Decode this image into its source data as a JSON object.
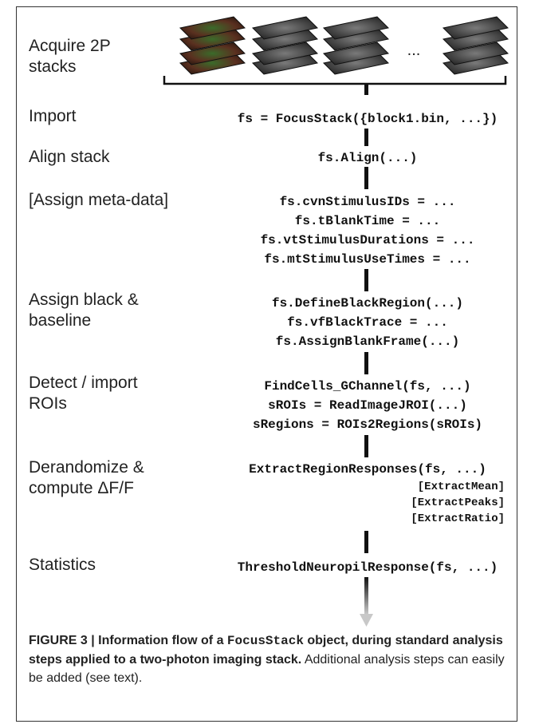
{
  "steps": [
    {
      "label": "Acquire 2P\nstacks",
      "code": []
    },
    {
      "label": "Import",
      "code": [
        "fs = FocusStack({block1.bin, ...})"
      ]
    },
    {
      "label": "Align stack",
      "code": [
        "fs.Align(...)"
      ]
    },
    {
      "label": "[Assign meta-data]",
      "code": [
        "fs.cvnStimulusIDs = ...",
        "fs.tBlankTime = ...",
        "fs.vtStimulusDurations = ...",
        "fs.mtStimulusUseTimes = ..."
      ]
    },
    {
      "label": "Assign black &\nbaseline",
      "code": [
        "fs.DefineBlackRegion(...)",
        "fs.vfBlackTrace = ...",
        "fs.AssignBlankFrame(...)"
      ]
    },
    {
      "label": "Detect / import\nROIs",
      "code": [
        "FindCells_GChannel(fs, ...)",
        "sROIs = ReadImageJROI(...)",
        "sRegions = ROIs2Regions(sROIs)"
      ]
    },
    {
      "label": "Derandomize &\ncompute ΔF/F",
      "code": [
        "ExtractRegionResponses(fs, ...)"
      ],
      "subcode": [
        "[ExtractMean]",
        "[ExtractPeaks]",
        "[ExtractRatio]"
      ]
    },
    {
      "label": "Statistics",
      "code": [
        "ThresholdNeuropilResponse(fs, ...)"
      ]
    }
  ],
  "ellipsis": "...",
  "caption": {
    "lead": "FIGURE 3 | Information flow of a ",
    "code": "FocusStack",
    "rest_bold": " object, during standard analysis steps applied to a two-photon imaging stack.",
    "rest": " Additional analysis steps can easily be added (see text)."
  }
}
